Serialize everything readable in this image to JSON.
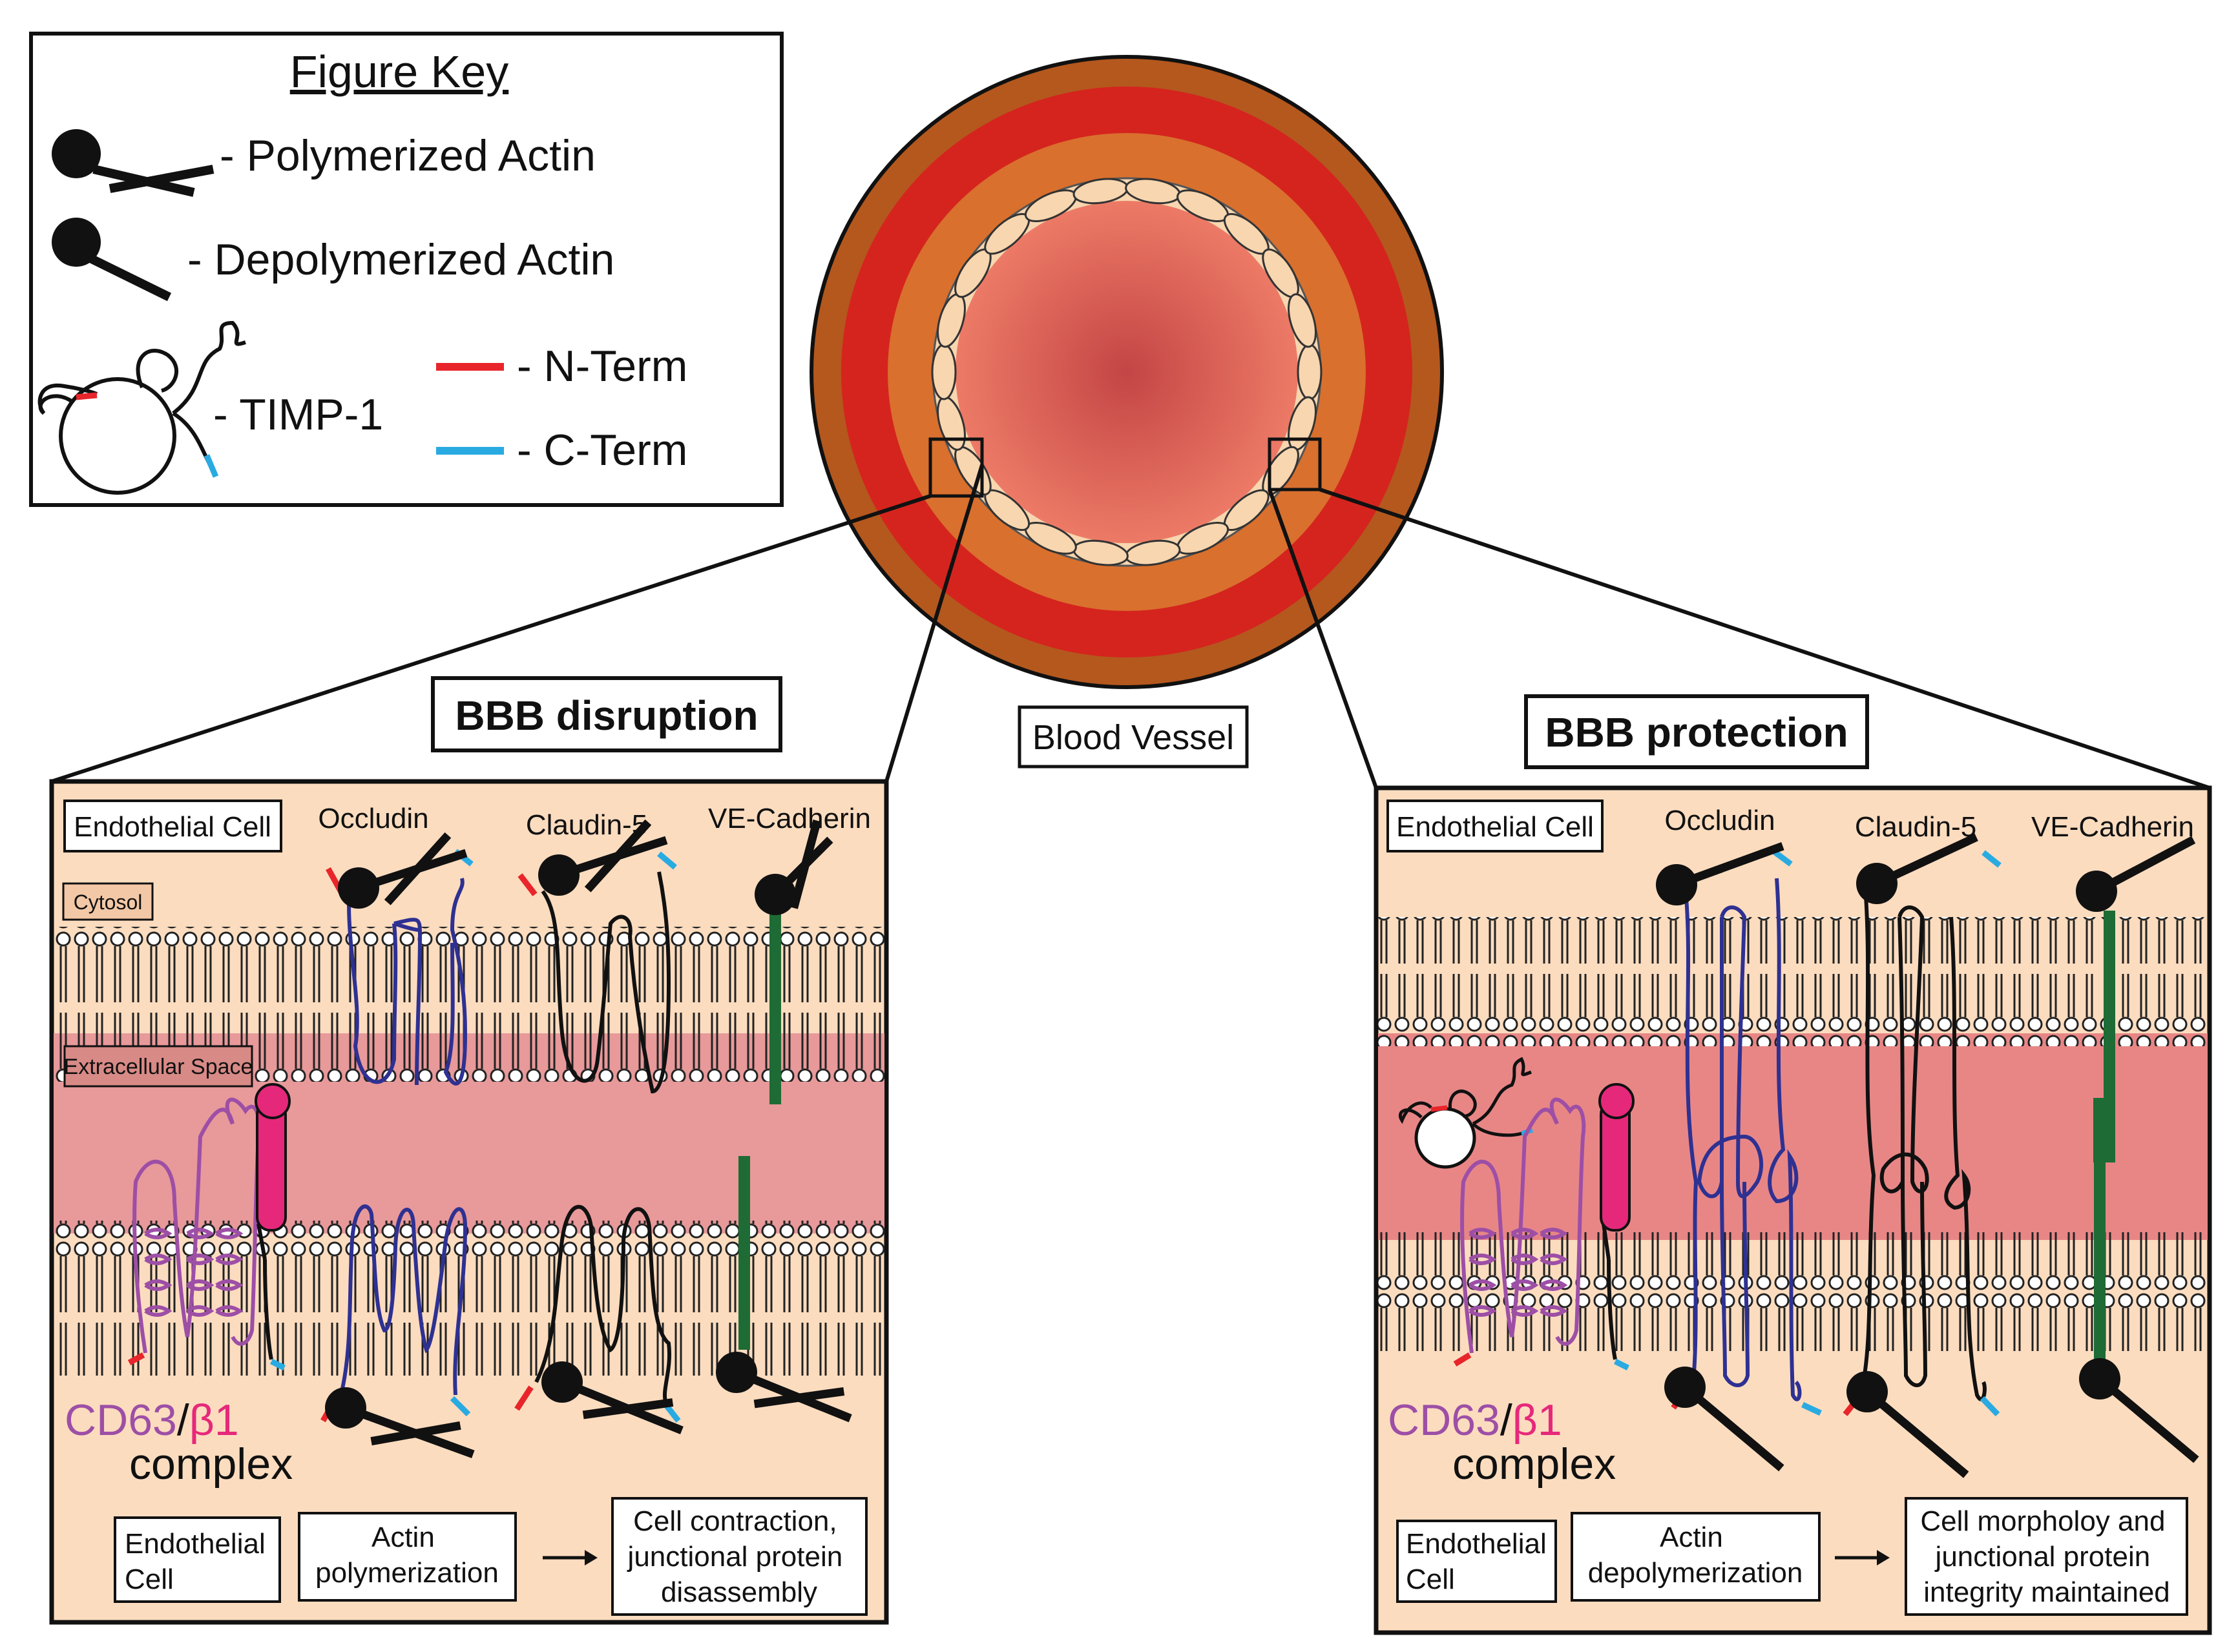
{
  "figure_key": {
    "title": "Figure Key",
    "polymerized_actin": "- Polymerized Actin",
    "depolymerized_actin": "- Depolymerized Actin",
    "timp1": "- TIMP-1",
    "n_term": "- N-Term",
    "c_term": "- C-Term"
  },
  "vessel": {
    "label": "Blood Vessel"
  },
  "left_panel": {
    "title": "BBB disruption",
    "cell_label": "Endothelial Cell",
    "cytosol": "Cytosol",
    "extracellular": "Extracellular Space",
    "proteins": [
      "Occludin",
      "Claudin-5",
      "VE-Cadherin"
    ],
    "complex": {
      "cd63": "CD63",
      "slash": "/",
      "b1": "β1",
      "word": "complex"
    },
    "flow": {
      "box1": [
        "Endothelial",
        "Cell"
      ],
      "box2": [
        "Actin",
        "polymerization"
      ],
      "box3": [
        "Cell contraction,",
        "junctional protein",
        "disassembly"
      ]
    }
  },
  "right_panel": {
    "title": "BBB protection",
    "cell_label": "Endothelial Cell",
    "proteins": [
      "Occludin",
      "Claudin-5",
      "VE-Cadherin"
    ],
    "complex": {
      "cd63": "CD63",
      "slash": "/",
      "b1": "β1",
      "word": "complex"
    },
    "flow": {
      "box1": [
        "Endothelial",
        "Cell"
      ],
      "box2": [
        "Actin",
        "depolymerization"
      ],
      "box3": [
        "Cell morpholoy and",
        "junctional protein",
        "integrity maintained"
      ]
    }
  },
  "colors": {
    "n_term": "#e8252b",
    "c_term": "#29abe2",
    "occludin": "#2e3192",
    "cd63": "#9d4fa6",
    "beta1": "#e6287a",
    "ve_cadherin": "#1e6b35",
    "panel_bg": "#fcdcbf",
    "extracellular": "#e8999a"
  }
}
